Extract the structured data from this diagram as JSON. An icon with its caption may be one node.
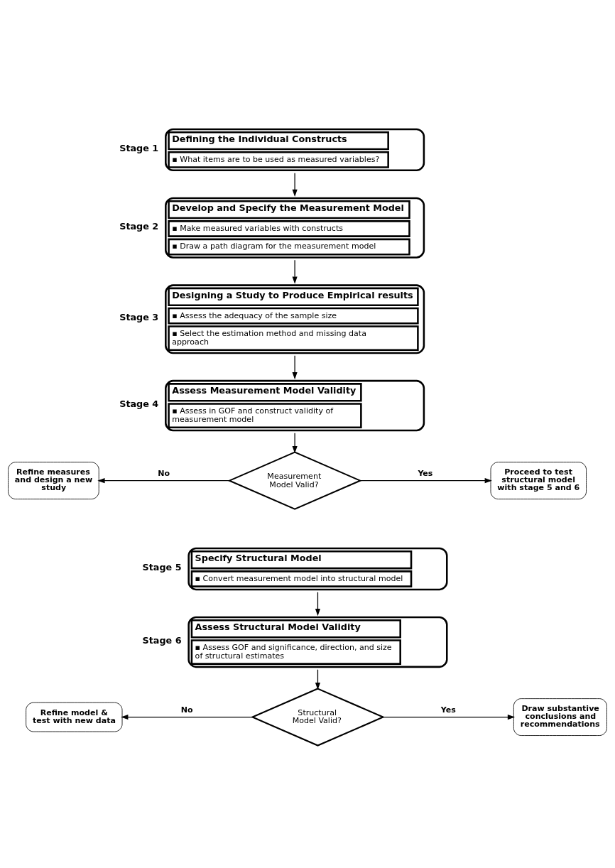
{
  "diagram": {
    "nodes": [
      {
        "text": [
          "Defining the Individual Constructs",
          "▪ What items are to be used as measured variables?"
        ],
        "beside": [
          "Stage 1"
        ]
      },
      {
        "text": [
          "Develop and Specify the Measurement Model",
          "▪ Make measured variables with constructs",
          "▪ Draw a path diagram for the measurement model"
        ],
        "beside": [
          "Stage 2"
        ]
      },
      {
        "text": [
          "Designing a Study to Produce Empirical results",
          "▪ Assess the adequacy of the sample size",
          "▪ Select the estimation method and missing data approach"
        ],
        "beside": [
          "Stage 3"
        ]
      },
      {
        "text": [
          "Assess Measurement Model Validity",
          "▪ Assess in GOF and construct validity of measurement model"
        ],
        "beside": [
          "Stage 4"
        ]
      },
      {
        "text": [
          "Measurement Model Valid?"
        ]
      },
      {
        "text": [
          "Refine measures and design a new study"
        ]
      },
      {
        "text": [
          "Proceed to test structural model with stage 5 and 6"
        ]
      },
      {
        "text": [
          "Specify Structural Model",
          "▪ Convert measurement model into structural model"
        ],
        "beside": [
          "Stage 5"
        ]
      },
      {
        "text": [
          "Assess Structural Model Validity",
          "▪ Assess GOF and significance, direction, and size of structural estimates"
        ],
        "beside": [
          "Stage 6"
        ]
      },
      {
        "text": [
          "Structural Model Valid?"
        ]
      },
      {
        "text": [
          "Refine model & test with new data"
        ]
      },
      {
        "text": [
          "Draw substantive conclusions and recommendations"
        ]
      }
    ],
    "edges": [
      {
        "from": 0,
        "to": 1,
        "arrow": "to"
      },
      {
        "from": 1,
        "to": 2,
        "arrow": "to"
      },
      {
        "from": 2,
        "to": 3,
        "arrow": "to"
      },
      {
        "from": 3,
        "to": 4,
        "arrow": "to"
      },
      {
        "from": 4,
        "to": 5,
        "arrow": "to",
        "label": "No"
      },
      {
        "from": 4,
        "to": 6,
        "arrow": "to",
        "label": "Yes"
      },
      {
        "from": 7,
        "to": 8,
        "arrow": "to"
      },
      {
        "from": 8,
        "to": 9,
        "arrow": "to"
      },
      {
        "from": 9,
        "to": 10,
        "arrow": "to",
        "label": "No"
      },
      {
        "from": 9,
        "to": 11,
        "arrow": "to",
        "label": "Yes"
      }
    ]
  }
}
